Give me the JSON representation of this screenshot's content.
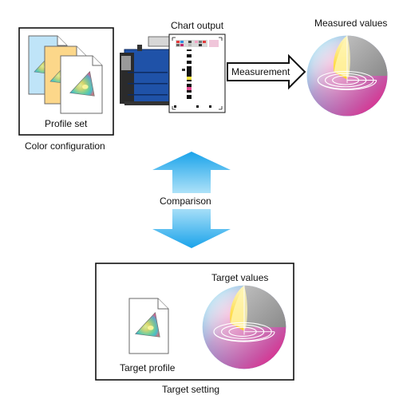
{
  "labels": {
    "chart_output": "Chart output",
    "measured_values": "Measured values",
    "measurement": "Measurement",
    "profile_set": "Profile set",
    "color_configuration": "Color configuration",
    "comparison": "Comparison",
    "target_values": "Target values",
    "target_profile": "Target profile",
    "target_setting": "Target setting"
  },
  "icons": {
    "profile_stack": "profile-document-stack",
    "printer": "production-printer",
    "chart": "color-chart-sheet",
    "measured_sphere": "color-space-sphere",
    "target_doc": "profile-document",
    "target_sphere": "color-space-sphere"
  },
  "colors": {
    "arrow_cyan": "#16a9ee",
    "printer_blue": "#1f52a8",
    "doc_blue": "#bfe4f8",
    "doc_yellow": "#fcd78a",
    "sphere_gray": "#9c9c9c"
  }
}
